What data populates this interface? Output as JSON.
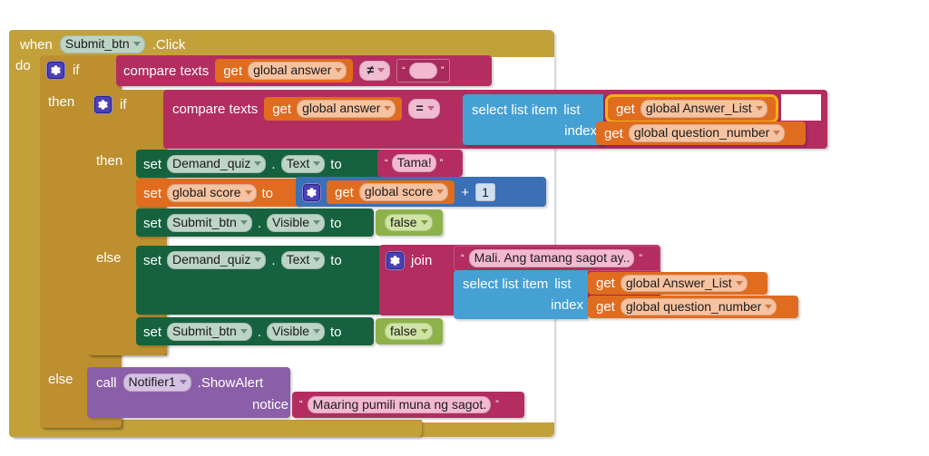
{
  "workspace": {
    "app": "MIT App Inventor Blocks Editor",
    "background": "#ffffff"
  },
  "colors": {
    "event": "#c3a13a",
    "control": "#bd8f2f",
    "text": "#b32d60",
    "lists": "#45a0d4",
    "variables": "#e06c1f",
    "math": "#3b6fb6",
    "component_set": "#16623f",
    "logic": "#8db24a",
    "component_call": "#8b5fa8",
    "selection_highlight": "#f5b10d"
  },
  "event_block": {
    "when_label": "when",
    "component": "Submit_btn",
    "event": ".Click",
    "do_label": "do"
  },
  "outer_if": {
    "if_label": "if",
    "then_label": "then",
    "else_label": "else",
    "mutator_icon": "gear-icon",
    "condition": {
      "block": "compare texts",
      "left": {
        "get_label": "get",
        "variable": "global answer"
      },
      "operator": "≠",
      "right": {
        "quote_open": "“",
        "value": "",
        "quote_close": "”"
      }
    }
  },
  "inner_if": {
    "if_label": "if",
    "then_label": "then",
    "else_label": "else",
    "mutator_icon": "gear-icon",
    "condition": {
      "block": "compare texts",
      "left": {
        "get_label": "get",
        "variable": "global answer"
      },
      "operator": "=",
      "right": {
        "block": "select list item",
        "list_label": "list",
        "index_label": "index",
        "list_value": {
          "get_label": "get",
          "variable": "global Answer_List",
          "selected": true
        },
        "index_value": {
          "get_label": "get",
          "variable": "global question_number",
          "selected": false
        }
      }
    }
  },
  "then_branch": {
    "statements": [
      {
        "kind": "component-set",
        "set_label": "set",
        "component": "Demand_quiz",
        "dot": ".",
        "property": "Text",
        "to_label": "to",
        "value": {
          "kind": "text",
          "quote_open": "“",
          "value": "Tama!",
          "quote_close": "”"
        }
      },
      {
        "kind": "variable-set",
        "set_label": "set",
        "variable": "global score",
        "to_label": "to",
        "value": {
          "kind": "math-add",
          "mutator_icon": "gear-icon",
          "operand_left": {
            "get_label": "get",
            "variable": "global score"
          },
          "operator": "+",
          "operand_right": "1"
        }
      },
      {
        "kind": "component-set",
        "set_label": "set",
        "component": "Submit_btn",
        "dot": ".",
        "property": "Visible",
        "to_label": "to",
        "value": {
          "kind": "logic",
          "value": "false"
        }
      }
    ]
  },
  "else_branch": {
    "statements": [
      {
        "kind": "component-set",
        "set_label": "set",
        "component": "Demand_quiz",
        "dot": ".",
        "property": "Text",
        "to_label": "to",
        "value": {
          "kind": "join",
          "mutator_icon": "gear-icon",
          "join_label": "join",
          "arg1": {
            "kind": "text",
            "quote_open": "“",
            "value": "Mali. Ang tamang sagot ay..",
            "quote_close": "”"
          },
          "arg2": {
            "block": "select list item",
            "list_label": "list",
            "index_label": "index",
            "list_value": {
              "get_label": "get",
              "variable": "global Answer_List"
            },
            "index_value": {
              "get_label": "get",
              "variable": "global question_number"
            }
          }
        }
      },
      {
        "kind": "component-set",
        "set_label": "set",
        "component": "Submit_btn",
        "dot": ".",
        "property": "Visible",
        "to_label": "to",
        "value": {
          "kind": "logic",
          "value": "false"
        }
      }
    ]
  },
  "outer_else_branch": {
    "call": {
      "call_label": "call",
      "component": "Notifier1",
      "method": ".ShowAlert",
      "arg_label": "notice",
      "arg_value": {
        "kind": "text",
        "quote_open": "“",
        "value": "Maaring pumili muna ng sagot.",
        "quote_close": "”"
      }
    }
  }
}
